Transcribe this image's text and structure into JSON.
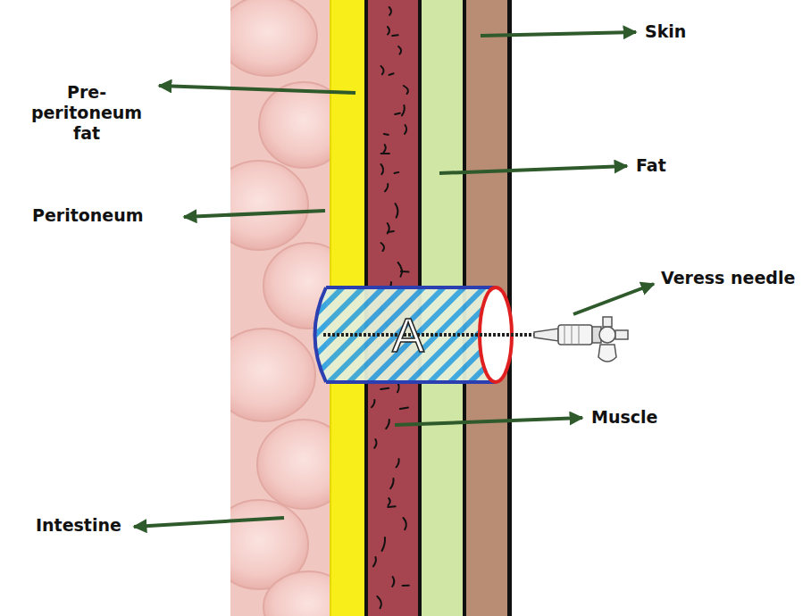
{
  "diagram": {
    "nodes": [
      {
        "text": [
          "A"
        ]
      }
    ],
    "labels": [
      "Skin",
      "Pre-peritoneum fat",
      "Fat",
      "Peritoneum",
      "Veress needle",
      "Muscle",
      "Intestine"
    ]
  }
}
